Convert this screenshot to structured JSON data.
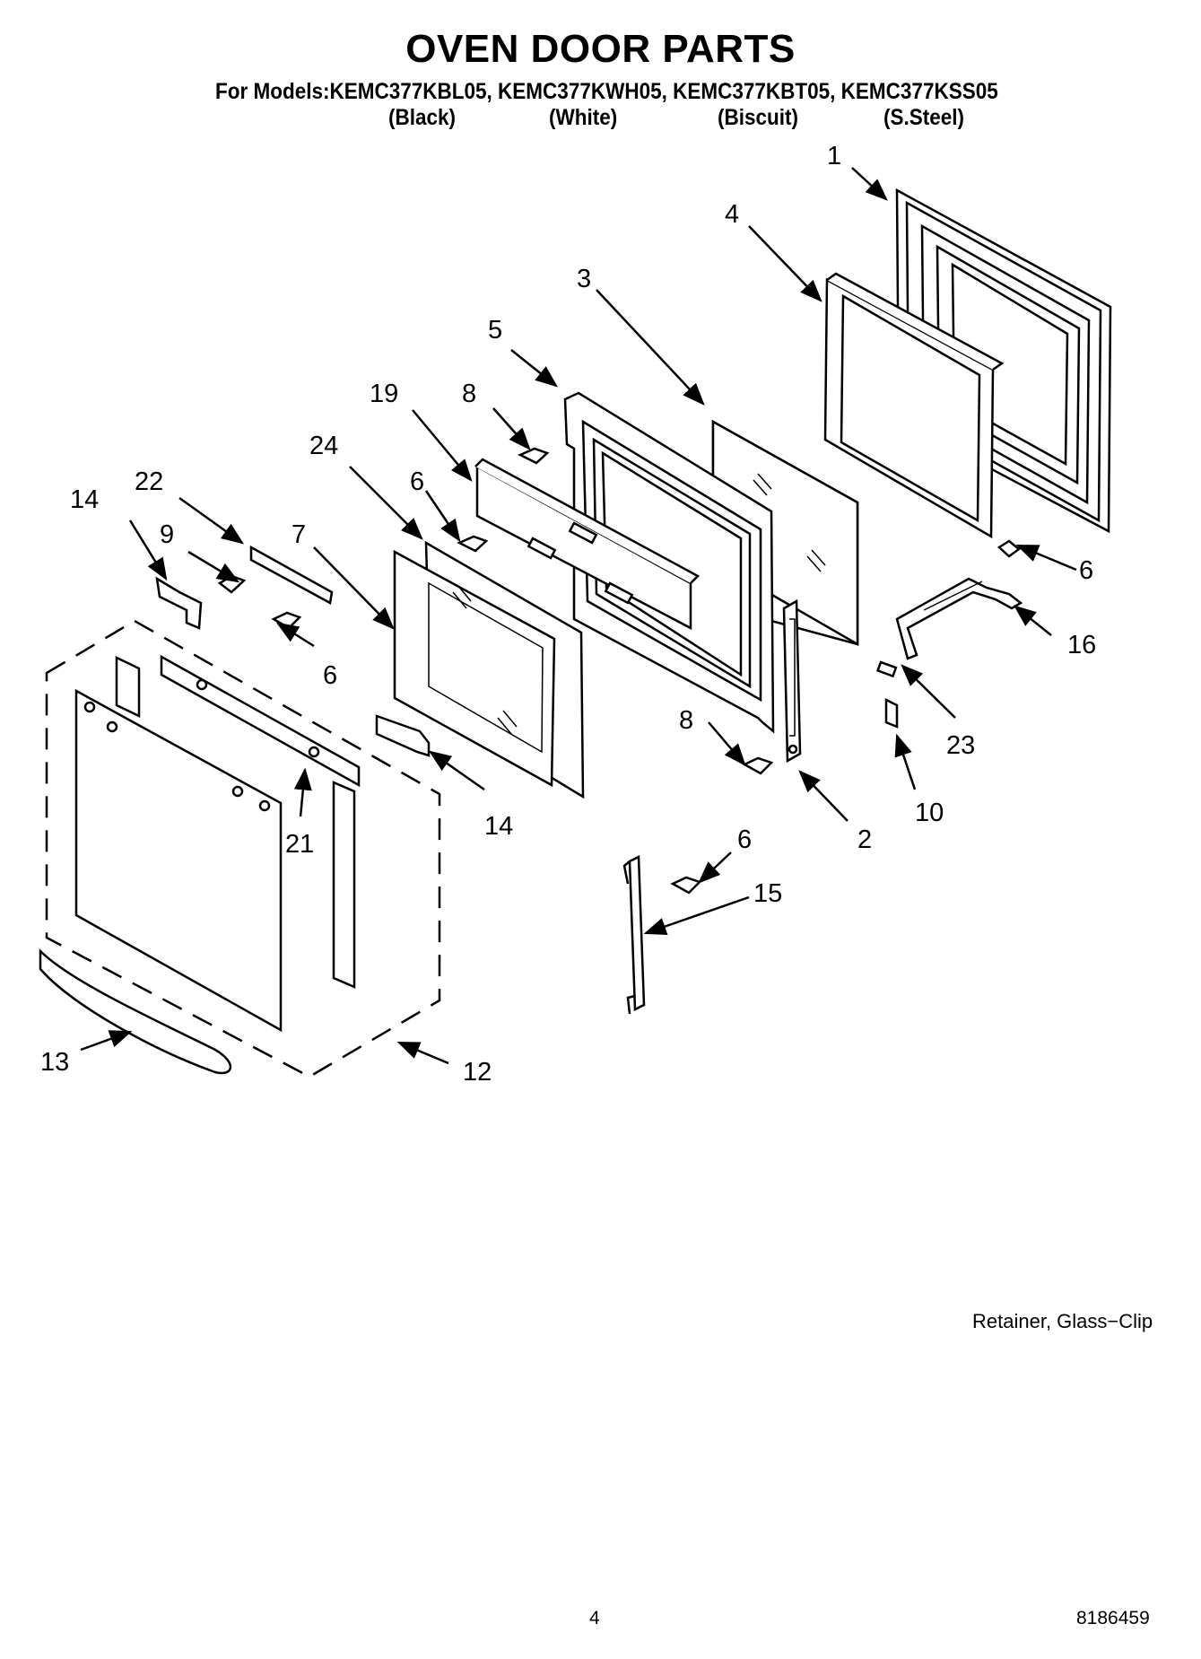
{
  "title": "OVEN DOOR PARTS",
  "models_line": "For Models:KEMC377KBL05, KEMC377KWH05, KEMC377KBT05, KEMC377KSS05",
  "finishes": [
    "(Black)",
    "(White)",
    "(Biscuit)",
    "(S.Steel)"
  ],
  "callouts": [
    "1",
    "4",
    "3",
    "5",
    "19",
    "8",
    "24",
    "6",
    "22",
    "14",
    "9",
    "7",
    "6",
    "6",
    "16",
    "8",
    "23",
    "10",
    "21",
    "14",
    "2",
    "6",
    "15",
    "13",
    "12"
  ],
  "note": "Retainer, Glass−Clip",
  "page_number": "4",
  "document_number": "8186459"
}
